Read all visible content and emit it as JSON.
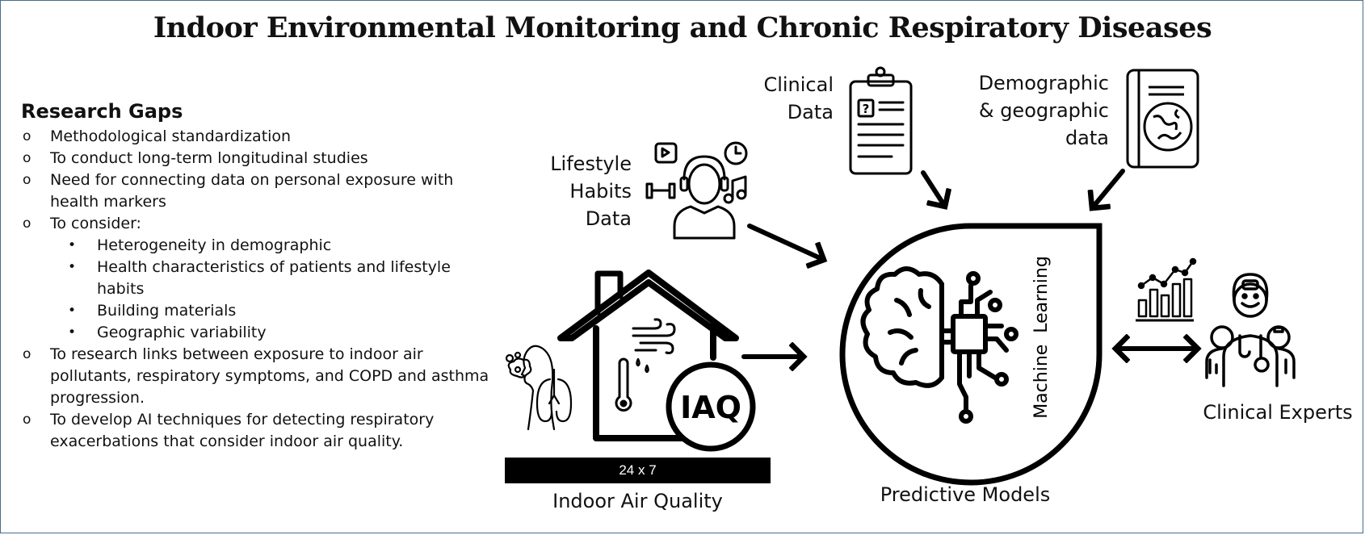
{
  "title": "Indoor Environmental Monitoring and Chronic Respiratory Diseases",
  "research_gaps": {
    "heading": "Research Gaps",
    "items": [
      "Methodological standardization",
      "To conduct long-term longitudinal studies",
      "Need for connecting data on personal exposure with health markers",
      "To consider:",
      "To research links between exposure to indoor air pollutants, respiratory symptoms, and COPD and asthma progression.",
      "To develop AI techniques for detecting respiratory exacerbations that consider indoor air quality."
    ],
    "consider_subitems": [
      "Heterogeneity in demographic",
      "Health characteristics of patients and lifestyle habits",
      "Building materials",
      "Geographic variability"
    ]
  },
  "inputs": {
    "clinical_line1": "Clinical",
    "clinical_line2": "Data",
    "demographic_line1": "Demographic",
    "demographic_line2": "& geographic",
    "demographic_line3": "data",
    "lifestyle_line1": "Lifestyle",
    "lifestyle_line2": "Habits",
    "lifestyle_line3": "Data"
  },
  "iaq": {
    "badge": "IAQ",
    "bar_label": "24 x 7",
    "caption": "Indoor Air Quality"
  },
  "model": {
    "vertical_label": "Machine  Learning",
    "caption": "Predictive Models"
  },
  "experts": {
    "caption": "Clinical Experts"
  },
  "icons": [
    "clipboard-icon",
    "atlas-book-icon",
    "lifestyle-person-icon",
    "house-icon",
    "lungs-person-icon",
    "brain-chip-icon",
    "bar-chart-icon",
    "doctors-icon"
  ]
}
